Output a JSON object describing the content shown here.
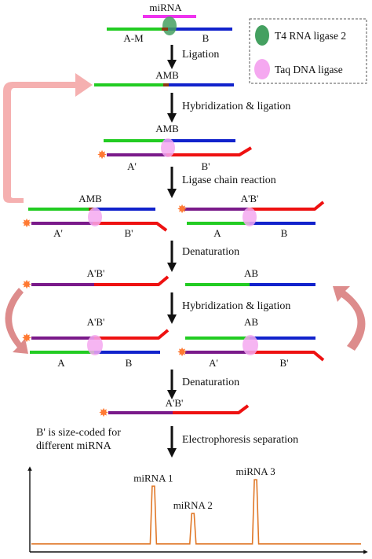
{
  "colors": {
    "green": "#22cc22",
    "blue": "#1122cc",
    "red": "#ee1111",
    "purple": "#7a1a8a",
    "magenta": "#ee33ee",
    "t4_ellipse": "#44a060",
    "taq_ellipse": "#f5a8f0",
    "junction": "#8a3a10",
    "star": "#ff7a33",
    "loop_arrow": "#f5b0b0",
    "side_arrow": "#d98080",
    "trace": "#e07828"
  },
  "legend": {
    "t4_label": "T4 RNA ligase 2",
    "taq_label": "Taq DNA ligase"
  },
  "labels": {
    "mirna": "miRNA",
    "a_m": "A-M",
    "b": "B",
    "amb": "AMB",
    "a_prime": "A'",
    "b_prime": "B'",
    "a": "A",
    "a_prime_b_prime": "A'B'",
    "ab": "AB"
  },
  "steps": {
    "ligation": "Ligation",
    "hybridization_ligation": "Hybridization & ligation",
    "lcr": "Ligase chain reaction",
    "denaturation": "Denaturation",
    "electrophoresis": "Electrophoresis separation"
  },
  "note": {
    "line1": "B' is size-coded for",
    "line2": "different miRNA"
  },
  "chart_data": {
    "type": "line",
    "series": [
      {
        "name": "miRNA 1",
        "values": [
          0.82
        ]
      },
      {
        "name": "miRNA 2",
        "values": [
          0.48
        ]
      },
      {
        "name": "miRNA 3",
        "values": [
          0.9
        ]
      }
    ],
    "peaks": [
      {
        "label": "miRNA 1",
        "position": 0.37,
        "height": 0.82
      },
      {
        "label": "miRNA 2",
        "position": 0.49,
        "height": 0.48
      },
      {
        "label": "miRNA 3",
        "position": 0.68,
        "height": 0.9
      }
    ],
    "baseline": 0.1,
    "xlabel": "",
    "ylabel": ""
  }
}
